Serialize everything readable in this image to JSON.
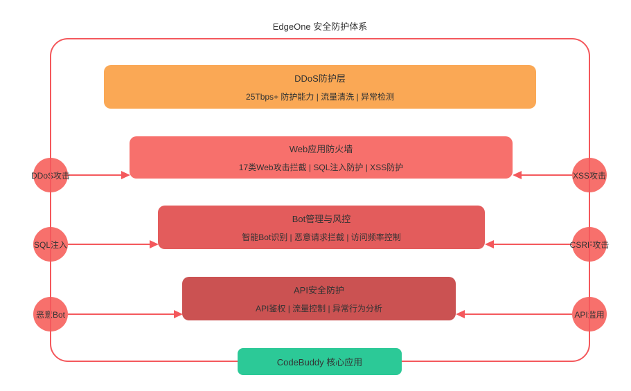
{
  "diagram": {
    "title": "EdgeOne 安全防护体系",
    "layers": [
      {
        "title": "DDoS防护层",
        "subtitle": "25Tbps+ 防护能力 | 流量清洗 | 异常检测",
        "color": "#FAA855"
      },
      {
        "title": "Web应用防火墙",
        "subtitle": "17类Web攻击拦截 | SQL注入防护 | XSS防护",
        "color": "#F7706C"
      },
      {
        "title": "Bot管理与风控",
        "subtitle": "智能Bot识别 | 恶意请求拦截 | 访问频率控制",
        "color": "#E35C5C"
      },
      {
        "title": "API安全防护",
        "subtitle": "API鉴权 | 流量控制 | 异常行为分析",
        "color": "#CB5252"
      }
    ],
    "core_app": {
      "label": "CodeBuddy 核心应用",
      "color": "#2CC997"
    },
    "threats": {
      "left": [
        {
          "label": "DDoS攻击"
        },
        {
          "label": "SQL注入"
        },
        {
          "label": "恶意Bot"
        }
      ],
      "right": [
        {
          "label": "XSS攻击"
        },
        {
          "label": "CSRF攻击"
        },
        {
          "label": "API滥用"
        }
      ]
    },
    "colors": {
      "boundary_border": "#F4585C",
      "threat_node": "#F7706C",
      "text": "#333333"
    }
  }
}
